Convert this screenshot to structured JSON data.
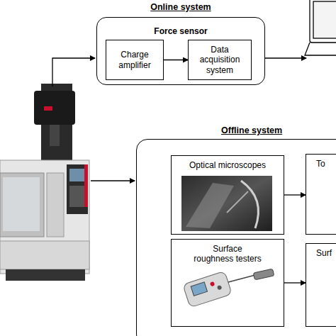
{
  "diagram": {
    "nodes": [
      {
        "text": [
          "Online system",
          "Force sensor"
        ]
      },
      {
        "text": [
          "Charge amplifier"
        ],
        "in": 0
      },
      {
        "text": [
          "Data acquisition system"
        ],
        "in": 0
      },
      {
        "text": [
          "Offline system"
        ]
      },
      {
        "text": [
          "Optical microscopes"
        ],
        "in": 3
      },
      {
        "text": [
          "To"
        ],
        "in": 3
      },
      {
        "text": [
          "Surface roughness testers"
        ],
        "in": 3
      },
      {
        "text": [
          "Surf"
        ],
        "in": 3
      }
    ],
    "edges": [
      {
        "from": 1,
        "to": 2,
        "arrow": "to"
      },
      {
        "from": 4,
        "to": 5,
        "arrow": "to"
      },
      {
        "from": 6,
        "to": 7,
        "arrow": "to"
      }
    ]
  }
}
